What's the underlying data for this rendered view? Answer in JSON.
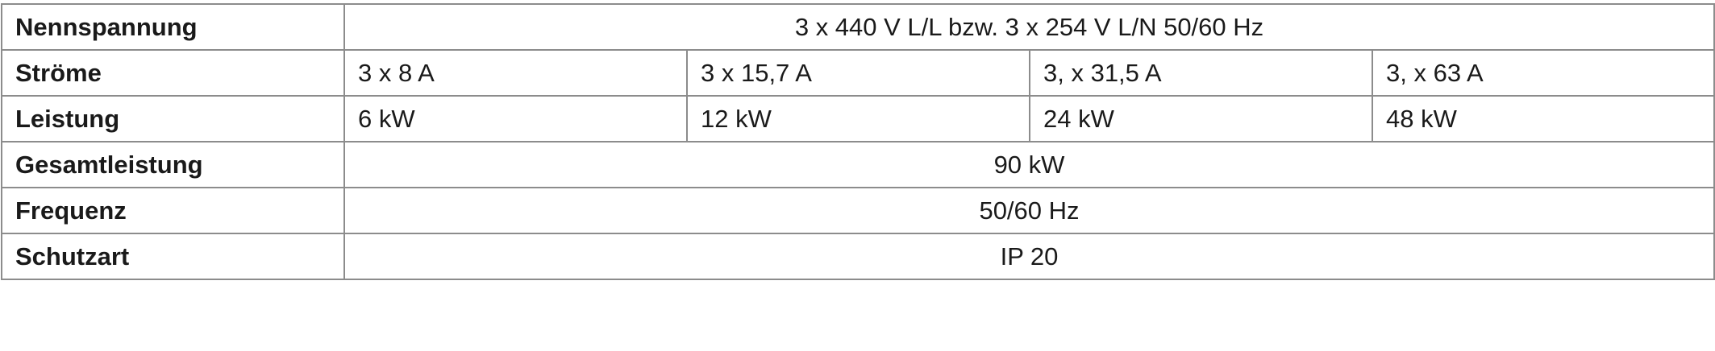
{
  "table": {
    "rows": [
      {
        "label": "Nennspannung",
        "value": "3 x 440 V L/L bzw. 3 x 254 V L/N 50/60 Hz"
      },
      {
        "label": "Ströme",
        "values": [
          "3 x 8 A",
          "3 x 15,7 A",
          "3, x 31,5 A",
          "3, x 63 A"
        ]
      },
      {
        "label": "Leistung",
        "values": [
          "6 kW",
          "12 kW",
          "24 kW",
          "48 kW"
        ]
      },
      {
        "label": "Gesamtleistung",
        "value": "90 kW"
      },
      {
        "label": "Frequenz",
        "value": "50/60 Hz"
      },
      {
        "label": "Schutzart",
        "value": "IP 20"
      }
    ]
  }
}
